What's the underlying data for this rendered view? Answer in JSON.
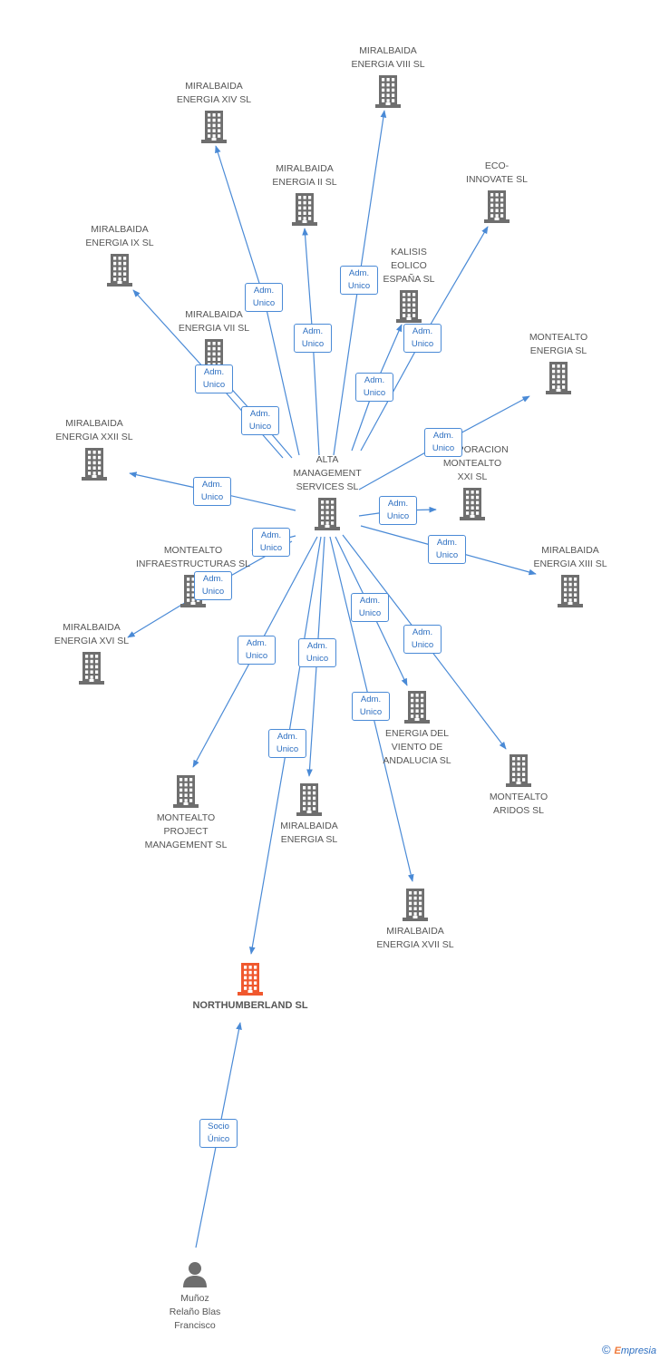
{
  "colors": {
    "edge": "#4a8ad6",
    "building": "#6e6e6e",
    "highlight": "#f0582e",
    "person": "#6e6e6e"
  },
  "nodes": [
    {
      "id": "viii",
      "label": "MIRALBAIDA\nENERGIA VIII SL",
      "type": "company"
    },
    {
      "id": "xiv",
      "label": "MIRALBAIDA\nENERGIA XIV SL",
      "type": "company"
    },
    {
      "id": "ii",
      "label": "MIRALBAIDA\nENERGIA II SL",
      "type": "company"
    },
    {
      "id": "eco",
      "label": "ECO-\nINNOVATE SL",
      "type": "company"
    },
    {
      "id": "ix",
      "label": "MIRALBAIDA\nENERGIA IX SL",
      "type": "company"
    },
    {
      "id": "kalisis",
      "label": "KALISIS\nEOLICO\nESPAÑA SL",
      "type": "company"
    },
    {
      "id": "vii",
      "label": "MIRALBAIDA\nENERGIA VII SL",
      "type": "company"
    },
    {
      "id": "montealto_energia",
      "label": "MONTEALTO\nENERGIA SL",
      "type": "company"
    },
    {
      "id": "xxii",
      "label": "MIRALBAIDA\nENERGIA XXII SL",
      "type": "company"
    },
    {
      "id": "alta",
      "label": "ALTA\nMANAGEMENT\nSERVICES SL",
      "type": "company"
    },
    {
      "id": "corp",
      "label": "CORPORACION\nMONTEALTO\nXXI SL",
      "type": "company"
    },
    {
      "id": "infra",
      "label": "MONTEALTO\nINFRAESTRUCTURAS SL",
      "type": "company"
    },
    {
      "id": "xiii",
      "label": "MIRALBAIDA\nENERGIA XIII SL",
      "type": "company"
    },
    {
      "id": "xvi",
      "label": "MIRALBAIDA\nENERGIA XVI SL",
      "type": "company"
    },
    {
      "id": "viento",
      "label": "ENERGIA DEL\nVIENTO DE\nANDALUCIA SL",
      "type": "company"
    },
    {
      "id": "aridos",
      "label": "MONTEALTO\nARIDOS SL",
      "type": "company"
    },
    {
      "id": "project",
      "label": "MONTEALTO\nPROJECT\nMANAGEMENT SL",
      "type": "company"
    },
    {
      "id": "energia",
      "label": "MIRALBAIDA\nENERGIA SL",
      "type": "company"
    },
    {
      "id": "xvii",
      "label": "MIRALBAIDA\nENERGIA XVII SL",
      "type": "company"
    },
    {
      "id": "northumberland",
      "label": "NORTHUMBERLAND SL",
      "type": "company",
      "highlight": true
    },
    {
      "id": "person",
      "label": "Muñoz\nRelaño Blas\nFrancisco",
      "type": "person"
    }
  ],
  "edges": [
    {
      "from": "alta",
      "to": "viii",
      "label": "Adm.\nUnico"
    },
    {
      "from": "alta",
      "to": "xiv",
      "label": "Adm.\nUnico"
    },
    {
      "from": "alta",
      "to": "ii",
      "label": "Adm.\nUnico"
    },
    {
      "from": "alta",
      "to": "eco",
      "label": "Adm.\nUnico"
    },
    {
      "from": "alta",
      "to": "kalisis",
      "label": "Adm.\nUnico"
    },
    {
      "from": "alta",
      "to": "ix",
      "label": "Adm.\nUnico"
    },
    {
      "from": "alta",
      "to": "vii",
      "label": "Adm.\nUnico"
    },
    {
      "from": "alta",
      "to": "montealto_energia",
      "label": "Adm.\nUnico"
    },
    {
      "from": "alta",
      "to": "xxii",
      "label": "Adm.\nUnico"
    },
    {
      "from": "alta",
      "to": "corp",
      "label": "Adm.\nUnico"
    },
    {
      "from": "alta",
      "to": "infra",
      "label": "Adm.\nUnico"
    },
    {
      "from": "alta",
      "to": "xiii",
      "label": "Adm.\nUnico"
    },
    {
      "from": "alta",
      "to": "xvi",
      "label": "Adm.\nUnico"
    },
    {
      "from": "alta",
      "to": "viento",
      "label": "Adm.\nUnico"
    },
    {
      "from": "alta",
      "to": "aridos",
      "label": "Adm.\nUnico"
    },
    {
      "from": "alta",
      "to": "project",
      "label": "Adm.\nUnico"
    },
    {
      "from": "alta",
      "to": "energia",
      "label": "Adm.\nUnico"
    },
    {
      "from": "alta",
      "to": "xvii",
      "label": "Adm.\nUnico"
    },
    {
      "from": "alta",
      "to": "northumberland",
      "label": "Adm.\nUnico"
    },
    {
      "from": "person",
      "to": "northumberland",
      "label": "Socio\nÚnico"
    }
  ],
  "credit": {
    "symbol": "©",
    "brand_first": "E",
    "brand_rest": "mpresia"
  }
}
